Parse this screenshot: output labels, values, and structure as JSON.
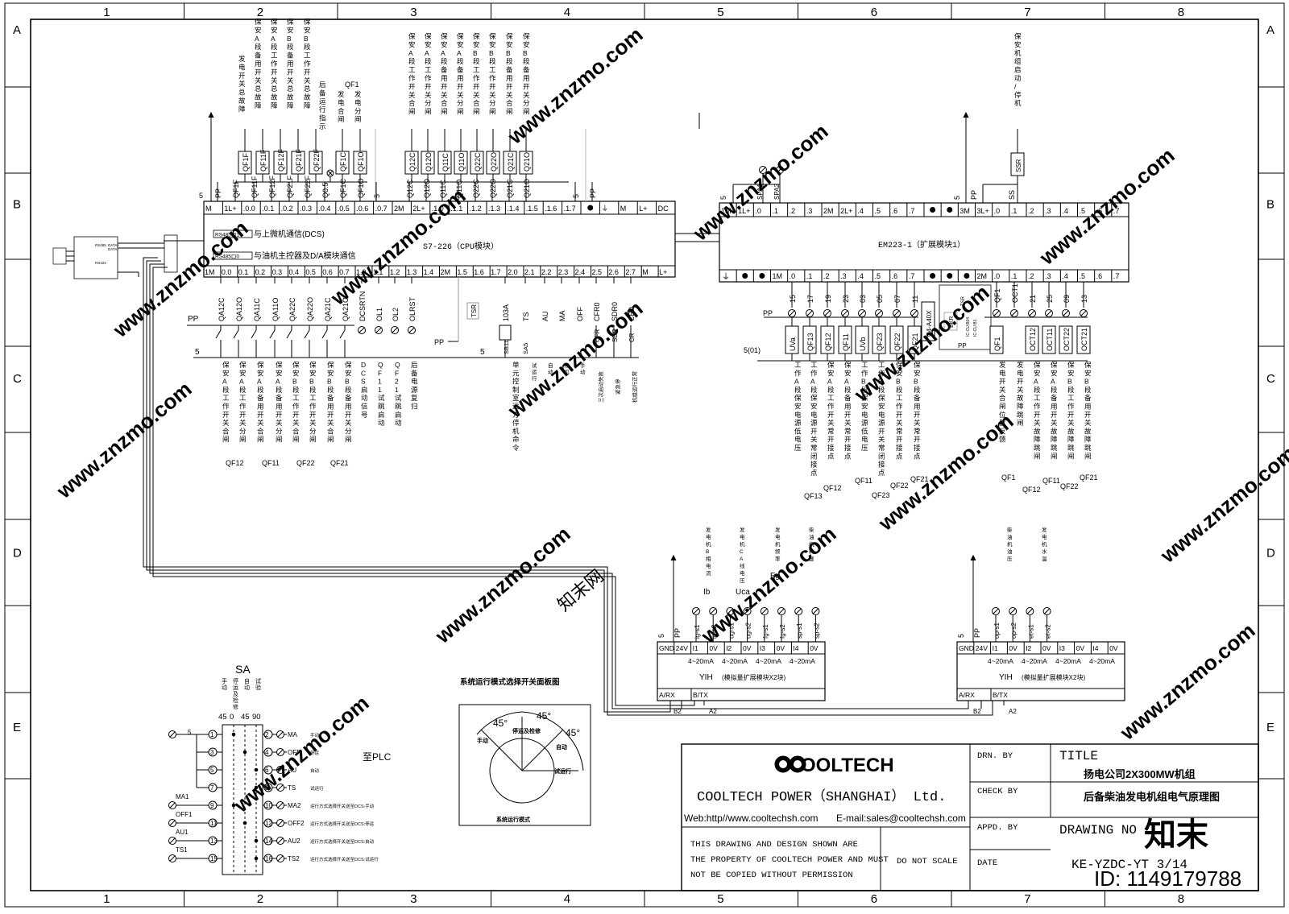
{
  "frame": {
    "col_numbers": [
      "1",
      "2",
      "3",
      "4",
      "5",
      "6",
      "7",
      "8"
    ],
    "row_letters": [
      "A",
      "B",
      "C",
      "D",
      "E"
    ]
  },
  "cpu": {
    "title": "S7-226（CPU模块）",
    "comm1": "与上微机通信(DCS)",
    "comm1_tag": "RS485口1",
    "comm2": "与油机主控器及D/A模块通信",
    "comm2_tag": "RS485口0",
    "top_terms": [
      "M",
      "1L+",
      ".0.0",
      ".0.1",
      ".0.2",
      ".0.3",
      ".0.4",
      ".0.5",
      ".0.6",
      ".0.7",
      "2M",
      "2L+",
      ".1.0",
      ".1.1",
      ".1.2",
      ".1.3",
      ".1.4",
      ".1.5",
      ".1.6",
      ".1.7",
      "●",
      "⏚",
      "M",
      "L+",
      "DC"
    ],
    "bottom_terms": [
      "1M",
      "0.0",
      "0.1",
      "0.2",
      "0.3",
      "0.4",
      "0.5",
      "0.6",
      "0.7",
      "1.0",
      "1.1",
      "1.2",
      "1.3",
      "1.4",
      "2M",
      "1.5",
      "1.6",
      "1.7",
      "2.0",
      "2.1",
      "2.2",
      "2.3",
      "2.4",
      "2.5",
      "2.6",
      "2.7",
      "M",
      "L+"
    ],
    "relays_top": [
      "QF1F",
      "QF11F",
      "QF12F",
      "QF21F",
      "QF22F",
      "QF1C",
      "QF1O",
      "Q12C",
      "Q12O",
      "Q11C",
      "Q11O",
      "Q22C",
      "Q22O",
      "Q21C",
      "Q21O"
    ],
    "relays_top_labels": [
      "PP",
      "QF1F",
      "QF11F",
      "QF12F",
      "QF21F",
      "QF22F",
      "Q0.5",
      "QF1C",
      "QF1O",
      "5",
      "Q12C",
      "Q12O",
      "Q11C",
      "Q11O",
      "Q22C",
      "Q22O",
      "Q21C",
      "Q21O",
      "5",
      "PP"
    ],
    "top_desc": [
      "发电开关总故障",
      "保安A段备用开关总故障",
      "保安A段工作开关总故障",
      "保安B段备用开关总故障",
      "保安B段工作开关总故障",
      "后备运行指示",
      "发电合闸",
      "发电分闸",
      "保安A段工作开关合闸",
      "保安A段工作开关分闸",
      "保安A段备用开关合闸",
      "保安A段备用开关分闸",
      "保安B段工作开关合闸",
      "保安B段工作开关分闸",
      "保安B段备用开关合闸",
      "保安B段备用开关分闸"
    ],
    "qf1_label": "QF1",
    "bottom_inputs": [
      "QA12C",
      "QA12O",
      "QA11C",
      "QA11O",
      "QA22C",
      "QA22O",
      "QA21C",
      "QA21O",
      "DCSRTN",
      "OL1",
      "OL2",
      "OLRST",
      "103A",
      "TS",
      "AU",
      "MA",
      "OFF",
      "CFR0",
      "SDR0",
      "CR0"
    ],
    "bottom_desc": [
      "保安A段工作开关合闸",
      "保安A段工作开关分闸",
      "保安A段备用开关合闸",
      "保安A段备用开关分闸",
      "保安B段工作开关合闸",
      "保安B段工作开关分闸",
      "保安B段备用开关合闸",
      "保安B段备用开关分闸",
      "DCS启动信号",
      "QF11试跳启动",
      "QF21试跳启动",
      "后备电源复归"
    ],
    "bottom_groups": [
      "QF12",
      "QF11",
      "QF22",
      "QF21"
    ],
    "sb_labels": [
      "SB11",
      "SA5",
      "CFR",
      "SDR",
      "CR"
    ],
    "sb_desc": [
      "单元控制室远方停机命令",
      "试运行",
      "自动",
      "停机",
      "手动"
    ],
    "sb_desc2": [
      "三次启动失败",
      "紧急停",
      "机组运行正常"
    ],
    "pp_labels": [
      "PP",
      "PP",
      "5",
      "5",
      "TSR"
    ]
  },
  "em223": {
    "title": "EM223-1（扩展模块1）",
    "top_terms": [
      "1M",
      "1L+",
      ".0",
      ".1",
      ".2",
      ".3",
      "2M",
      "2L+",
      ".4",
      ".5",
      ".6",
      ".7",
      "●",
      "●",
      "3M",
      "3L+",
      ".0",
      ".1",
      ".2",
      ".3",
      ".4",
      ".5",
      ".6",
      ".7"
    ],
    "top_labels": [
      "5",
      "SPA1",
      "SPA2",
      "5",
      "PP",
      "SS"
    ],
    "ssr": "SSR",
    "ssr_desc": "保安机组启动/停机",
    "bottom_terms": [
      "⏚",
      "●",
      "●",
      "1M",
      ".0",
      ".1",
      ".2",
      ".3",
      ".4",
      ".5",
      ".6",
      ".7",
      "●",
      "●",
      "●",
      "2M",
      ".0",
      ".1",
      ".2",
      ".3",
      ".4",
      ".5",
      ".6",
      ".7"
    ],
    "wire_nums": [
      "15",
      "17",
      "19",
      "23",
      "03",
      "05",
      "07",
      "11"
    ],
    "inputs": [
      "UVa",
      "QF13",
      "QF12",
      "QF11",
      "UVb",
      "QF23",
      "QF22",
      "QF21"
    ],
    "input_desc": [
      "工作A段保安电源低电压",
      "工作A段保安电源开关常闭接点",
      "保安A段工作开关常开接点",
      "保安A段备用开关常开接点",
      "工作B段保安电源低电压",
      "工作B段保安电源开关常闭接点",
      "保安B段工作开关常开接点",
      "保安B段备用开关常开接点"
    ],
    "input_groups": [
      "QF13",
      "QF12",
      "QF11",
      "QF23",
      "QF22",
      "QF21"
    ],
    "c4": "C4-A40X",
    "bkr": "BKR",
    "tsr": "TSR",
    "c4_pins": [
      "IC-CU B04",
      "IC-CU B1"
    ],
    "out_wire": [
      "QF1",
      "OCT1",
      "21",
      "25",
      "09",
      "13"
    ],
    "outputs": [
      "QF1",
      "OCT12",
      "OCT11",
      "OCT22",
      "OCT21"
    ],
    "output_desc": [
      "发电开关合闸位置反馈",
      "发电开关故障跳闸",
      "保安A段工作开关故障跳闸",
      "保安A段备用开关故障跳闸",
      "保安B段工作开关故障跳闸",
      "保安B段备用开关故障跳闸"
    ],
    "output_groups": [
      "QF1",
      "QF12",
      "QF11",
      "QF22",
      "QF21"
    ],
    "pp": "PP",
    "five01": "5(01)"
  },
  "yih1": {
    "terms": [
      "GND",
      "24V",
      "I1",
      "0V",
      "I2",
      "0V",
      "I3",
      "0V",
      "I4",
      "0V"
    ],
    "range": "4~20mA",
    "title": "YIH",
    "sub": "(模拟量扩展模块X2块)",
    "comm": [
      "A/RX",
      "B/TX"
    ],
    "pins": [
      "B2",
      "A2"
    ],
    "sensors": [
      "ig-s1",
      "ig-s2",
      "ug-s1",
      "ug-s2",
      "fg-s1",
      "fg-s2",
      "sp-s1",
      "sp-s2"
    ],
    "sensor_desc": [
      "发电机B相电流",
      "发电机CA线电压",
      "发电机频率",
      "柴油机转速"
    ],
    "sensor_tags": [
      "Ib",
      "Uca",
      "Fg"
    ],
    "side": [
      "5",
      "PP"
    ]
  },
  "yih2": {
    "terms": [
      "GND",
      "24V",
      "I1",
      "0V",
      "I2",
      "0V",
      "I3",
      "0V",
      "I4",
      "0V"
    ],
    "range": "4~20mA",
    "title": "YIH",
    "sub": "(模拟量扩展模块X2块)",
    "comm": [
      "A/RX",
      "B/TX"
    ],
    "pins": [
      "B2",
      "A2"
    ],
    "sensors": [
      "op-s1",
      "op-s2",
      "et-s1",
      "et-s2"
    ],
    "sensor_desc": [
      "柴油机油压",
      "发电机水温"
    ],
    "side": [
      "5",
      "PP"
    ]
  },
  "sa": {
    "title": "SA",
    "modes": [
      "手动",
      "停运及检修",
      "自动",
      "试验"
    ],
    "angles": [
      "45",
      "0",
      "45",
      "90"
    ],
    "left": [
      "5",
      "1",
      "3",
      "5",
      "7",
      "MA1",
      "9",
      "OFF1",
      "11",
      "AU1",
      "13",
      "TS1",
      "15"
    ],
    "right": [
      "2",
      "MA",
      "4",
      "OFF",
      "6",
      "AU",
      "8",
      "TS",
      "10",
      "MA2",
      "12",
      "OFF2",
      "14",
      "AU2",
      "16",
      "TS2"
    ],
    "right_desc": [
      "手动",
      "停运",
      "自动",
      "试运行",
      "运行方式选择开关送至DCS:手动",
      "运行方式选择开关送至DCS:停运",
      "运行方式选择开关送至DCS:自动",
      "运行方式选择开关送至DCS:试运行"
    ],
    "to_plc": "至PLC"
  },
  "dial": {
    "title": "系统运行模式选择开关面板图",
    "labels": [
      "手动",
      "停运及检修",
      "自动",
      "试运行"
    ],
    "angles": [
      "45°",
      "45°",
      "45°"
    ],
    "footer": "系统运行模式"
  },
  "title_block": {
    "logo": "OOLTECH",
    "company": "COOLTECH   POWER（SHANGHAI）  Ltd.",
    "web": "Web:http//www.cooltechsh.com",
    "email": "E-mail:sales@cooltechsh.com",
    "note": [
      "THIS DRAWING AND DESIGN SHOWN ARE",
      "THE PROPERTY OF COOLTECH POWER AND MUST",
      "NOT BE COPIED WITHOUT PERMISSION"
    ],
    "do_not_scale": "DO NOT SCALE",
    "drn": "DRN. BY",
    "check": "CHECK BY",
    "appd": "APPD. BY",
    "date": "DATE",
    "title_label": "TITLE",
    "title_line1": "扬电公司2X300MW机组",
    "title_line2": "后备柴油发电机组电气原理图",
    "drawing_no_label": "DRAWING NO",
    "drawing_no": "KE-YZDC-YT   3/14"
  },
  "left_module": {
    "labels": [
      "RS485",
      "RS422",
      "DATA+",
      "DATA-"
    ]
  },
  "watermark": {
    "text": "www.znzmo.com",
    "brand": "知末网",
    "id": "ID: 1149179788",
    "logo": "知末"
  }
}
